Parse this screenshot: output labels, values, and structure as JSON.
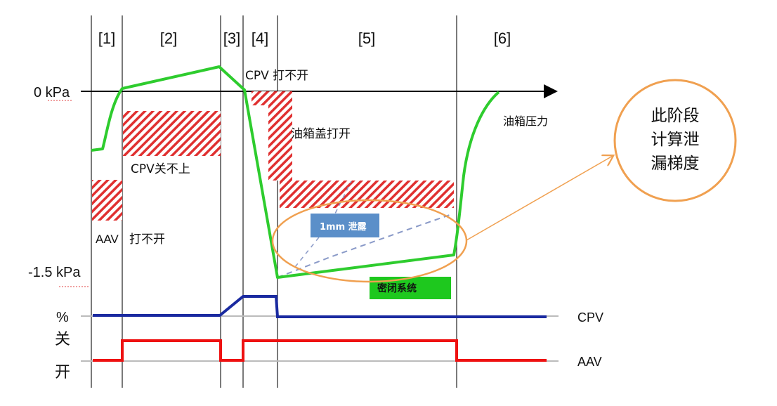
{
  "phases": [
    "[1]",
    "[2]",
    "[3]",
    "[4]",
    "[5]",
    "[6]"
  ],
  "axis": {
    "zero_label": "0 kPa",
    "min_label": "-1.5 kPa",
    "percent_label": "%",
    "close_label": "关",
    "open_label": "开"
  },
  "annotations": {
    "cpv_wont_close": "CPV关不上",
    "aav_wont_open_code": "AAV",
    "aav_wont_open_text": "打不开",
    "cpv_wont_open": "CPV 打不开",
    "fuel_cap_open": "油箱盖打开",
    "tank_pressure": "油箱压力",
    "leak_1mm": "1mm 泄露",
    "sealed_system": "密闭系统"
  },
  "callout": {
    "line1": "此阶段",
    "line2": "计算泄",
    "line3": "漏梯度"
  },
  "signals": {
    "cpv": "CPV",
    "aav": "AAV"
  },
  "colors": {
    "pressure": "#2ecc2e",
    "cpv_signal": "#1a2aa0",
    "aav_signal": "#ee1111",
    "hatch": "#e03030",
    "callout": "#f0a050",
    "leak_box": "#5b8fc9",
    "sealed_box": "#1ec81e",
    "dashed": "#8a9ac8"
  }
}
